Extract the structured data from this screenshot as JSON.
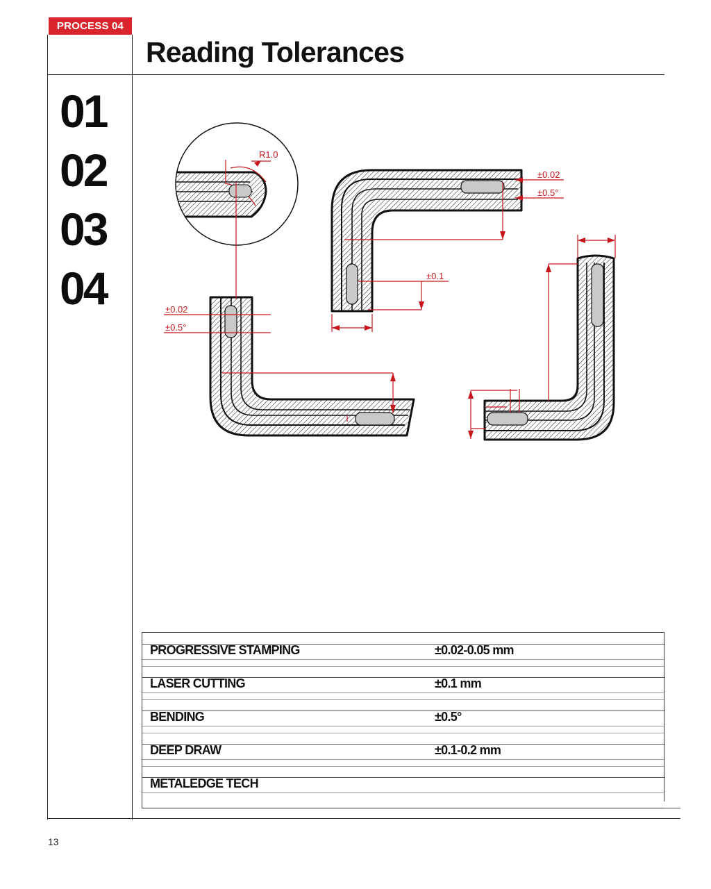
{
  "header": {
    "badge": "PROCESS  04",
    "title": "Reading Tolerances",
    "badge_color": "#d8262c"
  },
  "steps": [
    "01",
    "02",
    "03",
    "04"
  ],
  "drawing": {
    "callouts": {
      "radius": "R1.0",
      "tl_fine": "±0.02",
      "tl_angle": "±0.5°",
      "tr_fine": "±0.02",
      "tr_angle": "±0.5°",
      "tr_cut": "±0.1"
    },
    "dimension_color": "#c8161d"
  },
  "spec_table": {
    "rows": [
      {
        "label": "PROGRESSIVE STAMPING",
        "value": "±0.02-0.05 mm"
      },
      {
        "label": "LASER CUTTING",
        "value": "±0.1 mm"
      },
      {
        "label": "BENDING",
        "value": "±0.5°"
      },
      {
        "label": "DEEP DRAW",
        "value": "±0.1-0.2 mm"
      },
      {
        "label": "METALEDGE TECH",
        "value": ""
      }
    ]
  },
  "page_number": "13"
}
